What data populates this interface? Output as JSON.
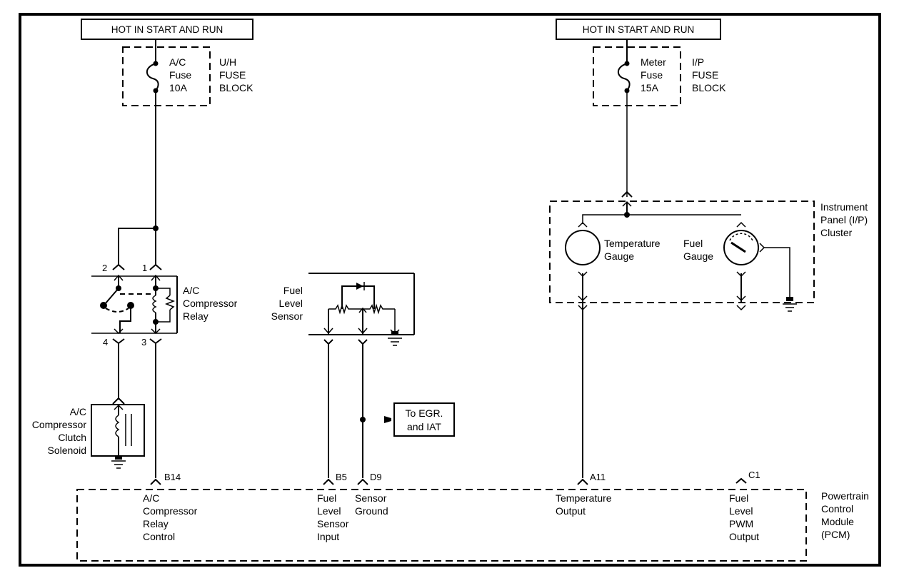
{
  "diagram": {
    "type": "wiring-schematic",
    "colors": {
      "line": "#000000",
      "background": "#ffffff"
    }
  },
  "power_left": {
    "label": "HOT IN START AND RUN",
    "fuse": {
      "lines": [
        "A/C",
        "Fuse",
        "10A"
      ]
    },
    "fuse_block": {
      "lines": [
        "U/H",
        "FUSE",
        "BLOCK"
      ]
    }
  },
  "power_right": {
    "label": "HOT IN START AND RUN",
    "fuse": {
      "lines": [
        "Meter",
        "Fuse",
        "15A"
      ]
    },
    "fuse_block": {
      "lines": [
        "I/P",
        "FUSE",
        "BLOCK"
      ]
    }
  },
  "relay": {
    "lines": [
      "A/C",
      "Compressor",
      "Relay"
    ],
    "pins": {
      "p1": "1",
      "p2": "2",
      "p3": "3",
      "p4": "4"
    }
  },
  "clutch": {
    "lines": [
      "A/C",
      "Compressor",
      "Clutch",
      "Solenoid"
    ]
  },
  "fuel_sensor": {
    "lines": [
      "Fuel",
      "Level",
      "Sensor"
    ]
  },
  "egr_box": {
    "lines": [
      "To EGR.",
      "and IAT"
    ]
  },
  "cluster": {
    "lines": [
      "Instrument",
      "Panel (I/P)",
      "Cluster"
    ],
    "temp_gauge": {
      "lines": [
        "Temperature",
        "Gauge"
      ]
    },
    "fuel_gauge": {
      "lines": [
        "Fuel",
        "Gauge"
      ]
    }
  },
  "pcm": {
    "lines": [
      "Powertrain",
      "Control",
      "Module",
      "(PCM)"
    ],
    "terminals": [
      {
        "pin": "B14",
        "lines": [
          "A/C",
          "Compressor",
          "Relay",
          "Control"
        ]
      },
      {
        "pin": "B5",
        "lines": [
          "Fuel",
          "Level",
          "Sensor",
          "Input"
        ]
      },
      {
        "pin": "D9",
        "lines": [
          "Sensor",
          "Ground"
        ]
      },
      {
        "pin": "A11",
        "lines": [
          "Temperature",
          "Output"
        ]
      },
      {
        "pin": "C1",
        "lines": [
          "Fuel",
          "Level",
          "PWM",
          "Output"
        ]
      }
    ]
  }
}
